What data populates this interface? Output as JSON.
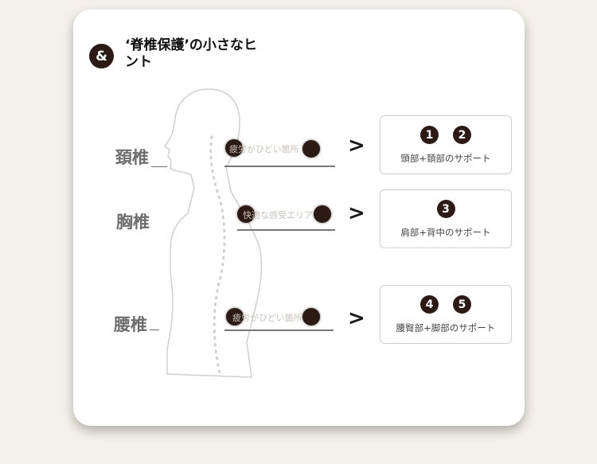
{
  "header": {
    "badge": "&",
    "title": "‘脊椎保護’の小さなヒント"
  },
  "regions": [
    {
      "label": "頚椎",
      "note": "疲労がひどい箇所",
      "numbers": [
        "1",
        "2"
      ],
      "caption": "頭部+頚部のサポート"
    },
    {
      "label": "胸椎",
      "note": "快適な感受エリア",
      "numbers": [
        "3"
      ],
      "caption": "肩部+背中のサポート"
    },
    {
      "label": "腰椎",
      "note": "疲労がひどい箇所",
      "numbers": [
        "4",
        "5"
      ],
      "caption": "腰臀部+脚部のサポート"
    }
  ],
  "arrow_glyph": ">",
  "colors": {
    "accent": "#2b1b14",
    "card": "#ffffff",
    "background": "#f4f0ea",
    "label": "#6d6d6d"
  }
}
